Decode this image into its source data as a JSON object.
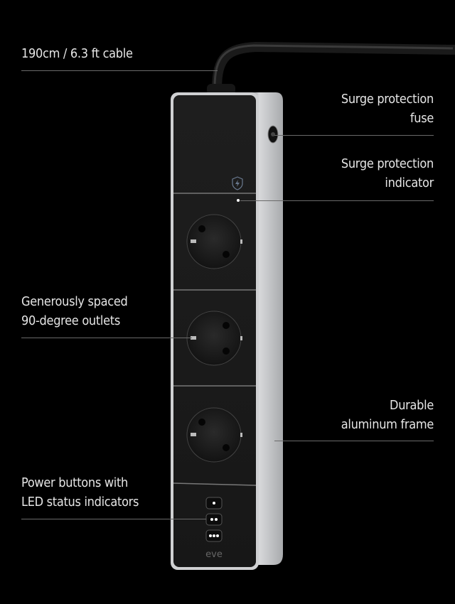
{
  "callouts": {
    "cable": {
      "lines": [
        "190cm / 6.3 ft cable"
      ]
    },
    "fuse": {
      "lines": [
        "Surge protection",
        "fuse"
      ]
    },
    "indicator": {
      "lines": [
        "Surge protection",
        "indicator"
      ]
    },
    "outlets": {
      "lines": [
        "Generously spaced",
        "90-degree outlets"
      ]
    },
    "frame": {
      "lines": [
        "Durable",
        "aluminum frame"
      ]
    },
    "buttons": {
      "lines": [
        "Power buttons with",
        "LED status indicators"
      ]
    }
  },
  "product": {
    "brand_logo": "eve",
    "outlet_count": 3,
    "power_buttons": [
      1,
      2,
      3
    ]
  },
  "colors": {
    "background": "#000000",
    "text": "#e6e6e6",
    "line": "#6a6a6a",
    "face": "#1c1c1c",
    "frame": "#b9bbbe"
  }
}
